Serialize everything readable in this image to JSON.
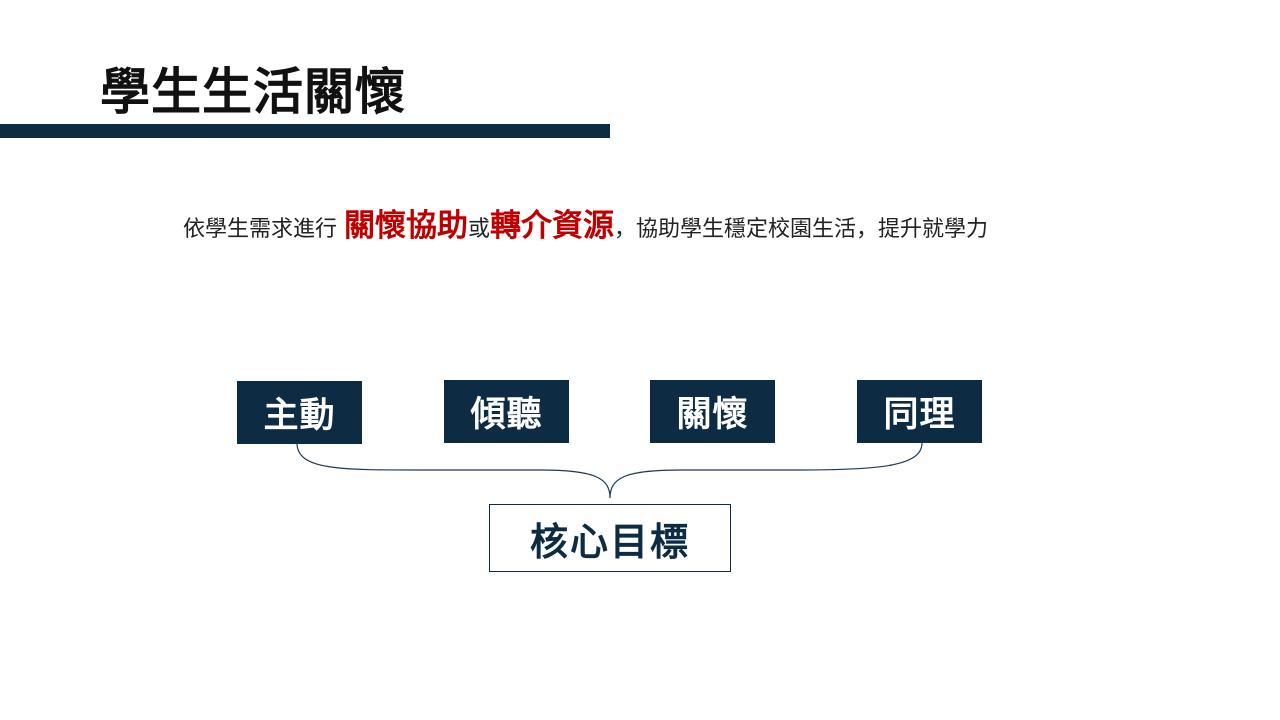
{
  "title": "學生生活關懷",
  "description": {
    "prefix": "依學生需求進行 ",
    "highlight1": "關懷協助",
    "middle": "或",
    "highlight2": "轉介資源",
    "suffix": "，協助學生穩定校園生活，提升就學力"
  },
  "boxes": [
    {
      "label": "主動"
    },
    {
      "label": "傾聽"
    },
    {
      "label": "關懷"
    },
    {
      "label": "同理"
    }
  ],
  "core": {
    "label": "核心目標"
  },
  "colors": {
    "navy": "#0d2c44",
    "highlight": "#c00000"
  }
}
